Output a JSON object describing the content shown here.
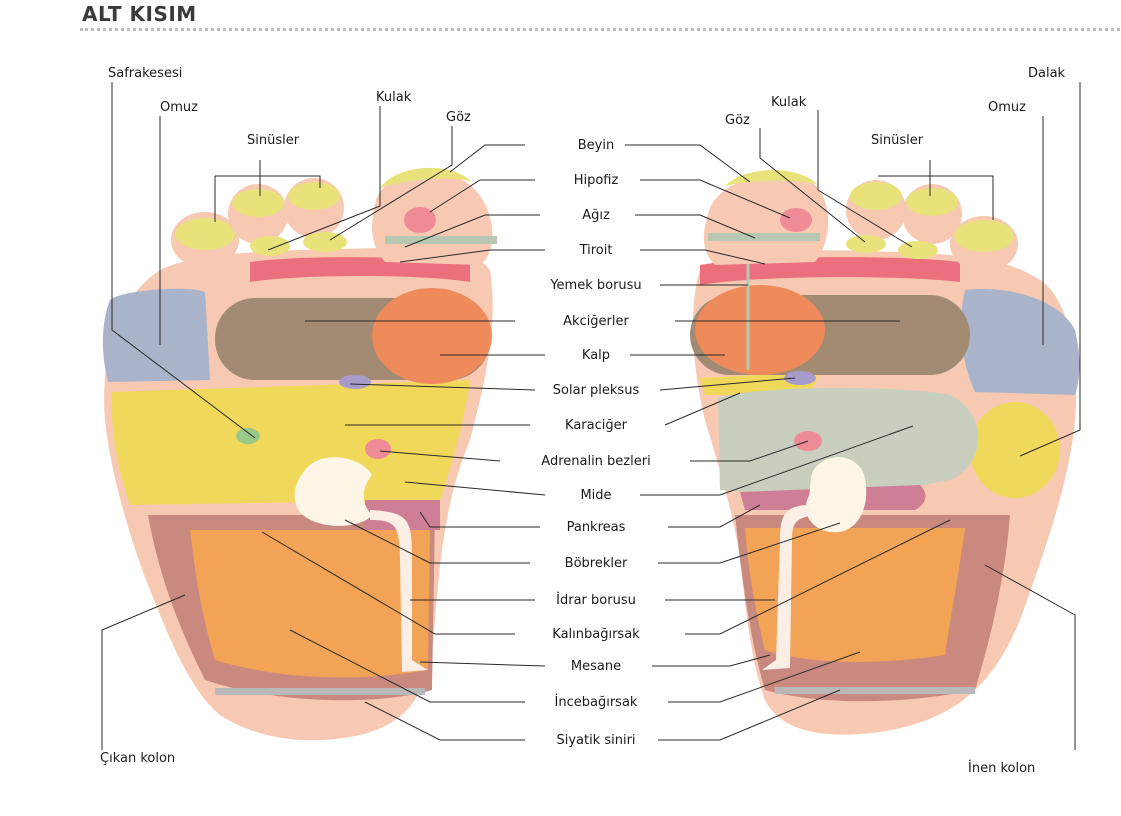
{
  "title": "ALT KISIM",
  "colors": {
    "skin": "#f7c9b3",
    "toe": "#e9e27a",
    "lung": "#a38b73",
    "heart": "#ef8a5a",
    "liver": "#f0d85a",
    "stomach": "#c9cfbf",
    "intestine": "#f2a355",
    "colon": "#c9897f",
    "kidney": "#fdf6e6",
    "shoulder": "#a9b3c9",
    "neck": "#ec6f7e",
    "nerve": "#b9b9b9"
  },
  "labels": {
    "center": [
      "Beyin",
      "Hipofiz",
      "Ağız",
      "Tiroit",
      "Yemek borusu",
      "Akciğerler",
      "Kalp",
      "Solar pleksus",
      "Karaciğer",
      "Adrenalin bezleri",
      "Mide",
      "Pankreas",
      "Böbrekler",
      "İdrar borusu",
      "Kalınbağırsak",
      "Mesane",
      "İncebağırsak",
      "Siyatik siniri"
    ],
    "left": {
      "safrakesesi": "Safrakesesi",
      "omuz": "Omuz",
      "kulak": "Kulak",
      "goz": "Göz",
      "sinusler": "Sinüsler",
      "cikan_kolon": "Çıkan kolon"
    },
    "right": {
      "dalak": "Dalak",
      "omuz": "Omuz",
      "kulak": "Kulak",
      "goz": "Göz",
      "sinusler": "Sinüsler",
      "inen_kolon": "İnen kolon"
    }
  }
}
